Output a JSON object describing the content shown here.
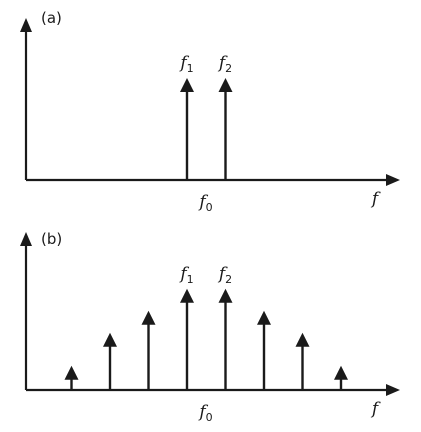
{
  "panels": [
    {
      "label": "(a)",
      "axis_label": "f",
      "center_label": {
        "base": "f",
        "sub": "0"
      },
      "lines": [
        {
          "f": 0,
          "amp": 1.0,
          "label": {
            "base": "f",
            "sub": "1"
          }
        },
        {
          "f": 1,
          "amp": 1.0,
          "label": {
            "base": "f",
            "sub": "2"
          }
        }
      ]
    },
    {
      "label": "(b)",
      "axis_label": "f",
      "center_label": {
        "base": "f",
        "sub": "0"
      },
      "lines": [
        {
          "f": -3,
          "amp": 0.22
        },
        {
          "f": -2,
          "amp": 0.52
        },
        {
          "f": -1,
          "amp": 0.72
        },
        {
          "f": 0,
          "amp": 0.92,
          "label": {
            "base": "f",
            "sub": "1"
          }
        },
        {
          "f": 1,
          "amp": 0.92,
          "label": {
            "base": "f",
            "sub": "2"
          }
        },
        {
          "f": 2,
          "amp": 0.72
        },
        {
          "f": 3,
          "amp": 0.52
        },
        {
          "f": 4,
          "amp": 0.22
        }
      ]
    }
  ]
}
